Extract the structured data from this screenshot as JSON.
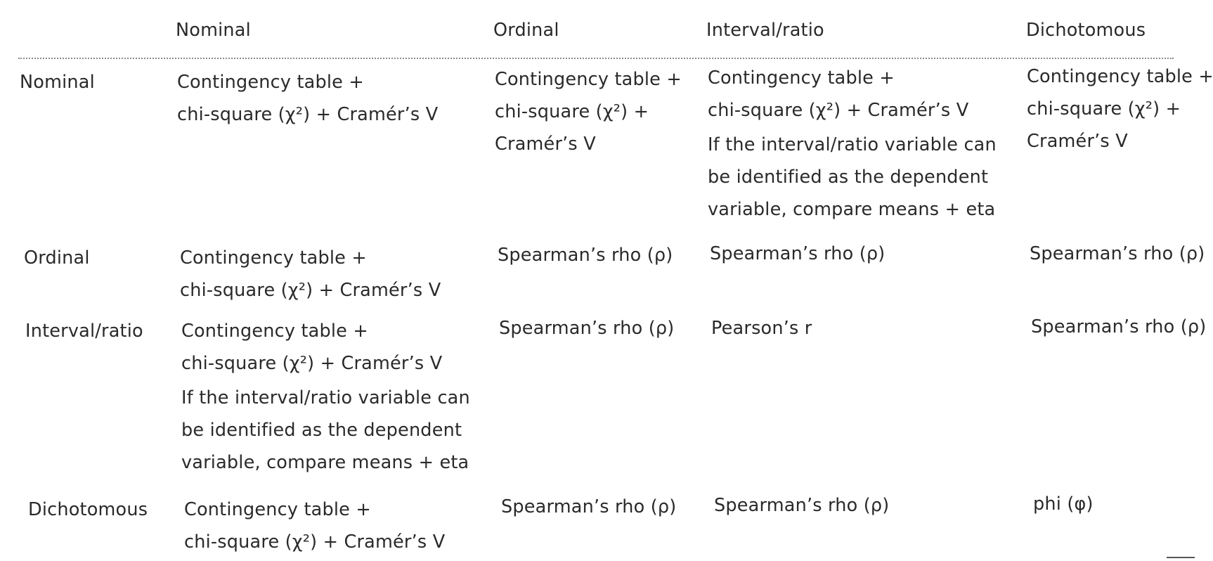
{
  "columns": [
    "Nominal",
    "Ordinal",
    "Interval/ratio",
    "Dichotomous"
  ],
  "rows": [
    {
      "label": "Nominal",
      "cells": [
        [
          [
            "Contingency table +",
            "chi-square (χ²) + Cramér’s V"
          ]
        ],
        [
          [
            "Contingency table +",
            "chi-square (χ²) +",
            "Cramér’s V"
          ]
        ],
        [
          [
            "Contingency table +",
            "chi-square (χ²) + Cramér’s V"
          ],
          [
            "If the interval/ratio variable can",
            "be identified as the dependent",
            "variable, compare means + eta"
          ]
        ],
        [
          [
            "Contingency table +",
            "chi-square (χ²) +",
            "Cramér’s V"
          ]
        ]
      ]
    },
    {
      "label": "Ordinal",
      "cells": [
        [
          [
            "Contingency table +",
            "chi-square (χ²) + Cramér’s V"
          ]
        ],
        [
          [
            "Spearman’s rho (ρ)"
          ]
        ],
        [
          [
            "Spearman’s rho (ρ)"
          ]
        ],
        [
          [
            "Spearman’s rho (ρ)"
          ]
        ]
      ]
    },
    {
      "label": "Interval/ratio",
      "cells": [
        [
          [
            "Contingency table +",
            "chi-square (χ²) + Cramér’s V"
          ],
          [
            "If the interval/ratio variable can",
            "be identified as the dependent",
            "variable, compare means + eta"
          ]
        ],
        [
          [
            "Spearman’s rho (ρ)"
          ]
        ],
        [
          [
            "Pearson’s r"
          ]
        ],
        [
          [
            "Spearman’s rho (ρ)"
          ]
        ]
      ]
    },
    {
      "label": "Dichotomous",
      "cells": [
        [
          [
            "Contingency table +",
            "chi-square (χ²) + Cramér’s V"
          ]
        ],
        [
          [
            "Spearman’s rho (ρ)"
          ]
        ],
        [
          [
            "Spearman’s rho (ρ)"
          ]
        ],
        [
          [
            "phi (φ)"
          ]
        ]
      ]
    }
  ]
}
